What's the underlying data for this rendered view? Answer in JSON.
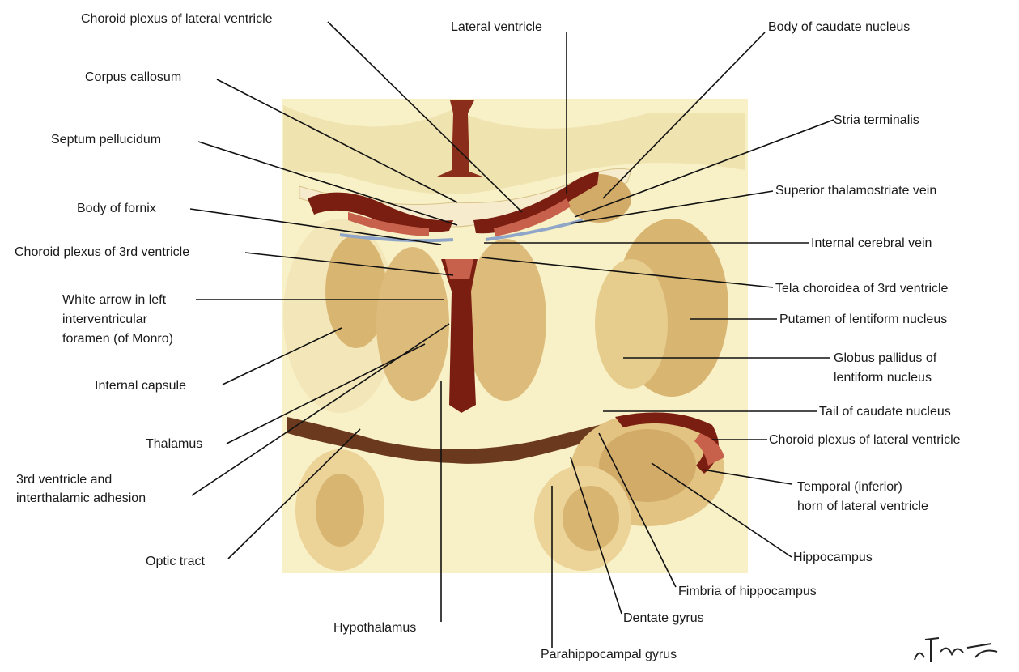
{
  "labels": {
    "choroid_plexus_lateral_top": "Choroid plexus of lateral ventricle",
    "lateral_ventricle": "Lateral ventricle",
    "body_caudate": "Body of caudate nucleus",
    "corpus_callosum": "Corpus callosum",
    "stria_terminalis": "Stria terminalis",
    "septum_pellucidum": "Septum pellucidum",
    "superior_thalamostriate": "Superior thalamostriate vein",
    "body_fornix": "Body of fornix",
    "internal_cerebral_vein": "Internal cerebral vein",
    "choroid_plexus_3rd": "Choroid plexus of 3rd ventricle",
    "tela_choroidea": "Tela choroidea of 3rd ventricle",
    "white_arrow_1": "White arrow in left",
    "white_arrow_2": "interventricular",
    "white_arrow_3": "foramen (of Monro)",
    "putamen": "Putamen of lentiform nucleus",
    "globus_1": "Globus pallidus of",
    "globus_2": "lentiform nucleus",
    "internal_capsule": "Internal capsule",
    "tail_caudate": "Tail of caudate nucleus",
    "thalamus": "Thalamus",
    "choroid_plexus_lateral_right": "Choroid plexus of lateral ventricle",
    "third_ventricle_1": "3rd ventricle and",
    "third_ventricle_2": "interthalamic adhesion",
    "temporal_horn_1": "Temporal (inferior)",
    "temporal_horn_2": "horn of lateral ventricle",
    "optic_tract": "Optic tract",
    "hippocampus": "Hippocampus",
    "fimbria": "Fimbria of hippocampus",
    "hypothalamus": "Hypothalamus",
    "dentate_gyrus": "Dentate gyrus",
    "parahippocampal": "Parahippocampal gyrus"
  },
  "colors": {
    "background": "#f8f0c6",
    "tan_light": "#eedc9c",
    "tan_mid": "#d9b572",
    "brown": "#b98a4e",
    "ventricle_dark": "#7a1e12",
    "ventricle_red": "#b84a38",
    "vein_blue": "#8fa6c8",
    "leader": "#111111"
  }
}
